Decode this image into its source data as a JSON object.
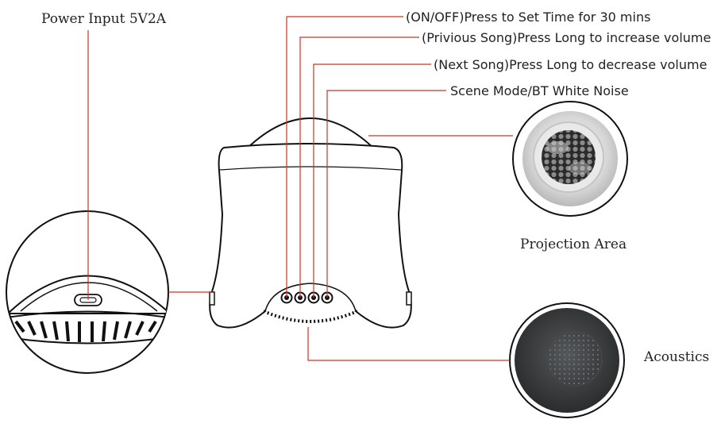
{
  "labels": {
    "power_input": "Power Input 5V2A",
    "on_off": "(ON/OFF)Press to Set Time for 30 mins",
    "previous_song": "(Privious Song)Press Long to increase volume",
    "next_song": "(Next Song)Press Long to decrease volume",
    "scene_mode": "Scene Mode/BT White Noise",
    "projection_area": "Projection Area",
    "acoustics": "Acoustics"
  },
  "colors": {
    "leader_line": "#c0392b",
    "outline": "#111111",
    "background": "#ffffff",
    "speaker_grille": "#3a3c3d"
  }
}
